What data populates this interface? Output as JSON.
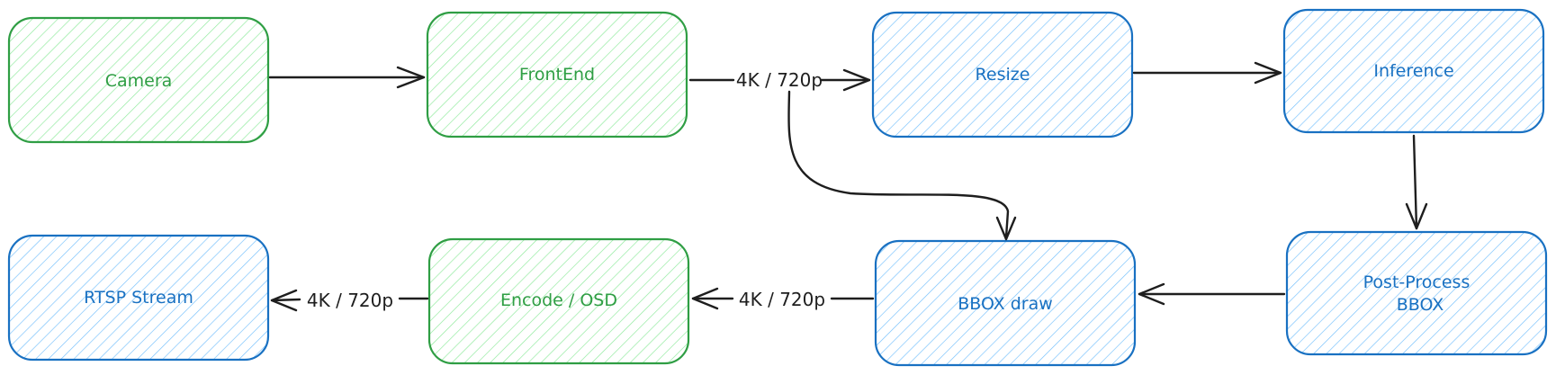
{
  "diagram": {
    "colors": {
      "green_stroke": "#2f9e44",
      "green_fill": "#b2f2bb",
      "blue_stroke": "#1971c2",
      "blue_fill": "#a5d8ff",
      "edge": "#1e1e1e"
    },
    "nodes": {
      "camera": {
        "label": "Camera",
        "color": "green"
      },
      "frontend": {
        "label": "FrontEnd",
        "color": "green"
      },
      "resize": {
        "label": "Resize",
        "color": "blue"
      },
      "inference": {
        "label": "Inference",
        "color": "blue"
      },
      "post_process": {
        "label_line1": "Post-Process",
        "label_line2": "BBOX",
        "color": "blue"
      },
      "bbox_draw": {
        "label": "BBOX draw",
        "color": "blue"
      },
      "encode_osd": {
        "label": "Encode / OSD",
        "color": "green"
      },
      "rtsp_stream": {
        "label": "RTSP Stream",
        "color": "blue"
      }
    },
    "edges": [
      {
        "from": "Camera",
        "to": "FrontEnd",
        "label": ""
      },
      {
        "from": "FrontEnd",
        "to": "Resize",
        "label": "4K / 720p"
      },
      {
        "from": "FrontEnd",
        "to": "BBOX draw",
        "label": ""
      },
      {
        "from": "Resize",
        "to": "Inference",
        "label": ""
      },
      {
        "from": "Inference",
        "to": "Post-Process BBOX",
        "label": ""
      },
      {
        "from": "Post-Process BBOX",
        "to": "BBOX draw",
        "label": ""
      },
      {
        "from": "BBOX draw",
        "to": "Encode / OSD",
        "label": "4K / 720p"
      },
      {
        "from": "Encode / OSD",
        "to": "RTSP Stream",
        "label": "4K / 720p"
      }
    ]
  }
}
